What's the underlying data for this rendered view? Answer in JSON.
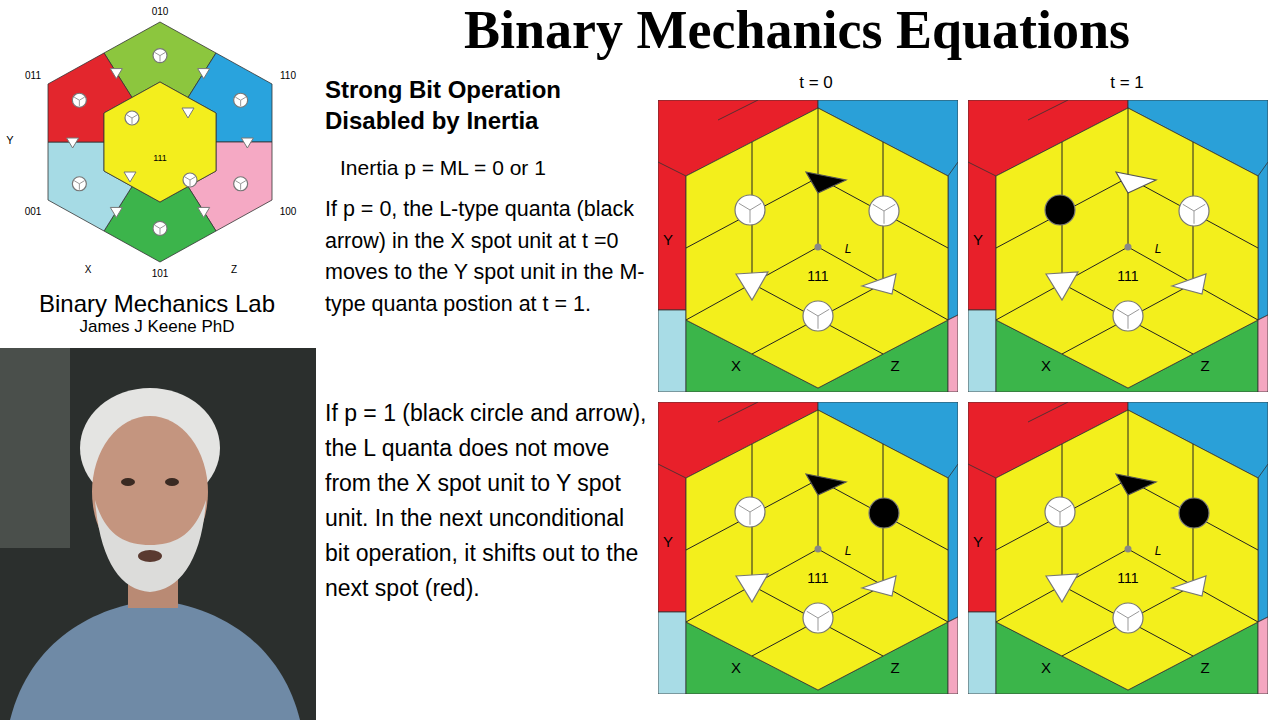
{
  "diagram": {
    "title": "Binary Mechanics Equations",
    "labels": [
      "010",
      "011",
      "110",
      "Y",
      "111",
      "001",
      "100",
      "X",
      "101",
      "Z",
      "Binary Mechanics Lab",
      "James J Keene PhD",
      "Strong Bit Operation Disabled by Inertia",
      "Inertia p = ML = 0 or 1",
      "If p = 0, the L-type quanta (black arrow) in the X spot unit at t =0 moves to the Y spot unit in the M-type quanta postion at t = 1.",
      "If p = 1 (black circle and arrow), the L quanta does not move from the X spot unit to Y spot unit. In the next unconditional bit operation, it shifts out to the next spot (red).",
      "t = 0",
      "t = 1",
      "Y",
      "L",
      "111",
      "X",
      "Z",
      "Y",
      "L",
      "111",
      "X",
      "Z",
      "Y",
      "L",
      "111",
      "X",
      "Z",
      "Y",
      "L",
      "111",
      "X",
      "Z"
    ]
  }
}
